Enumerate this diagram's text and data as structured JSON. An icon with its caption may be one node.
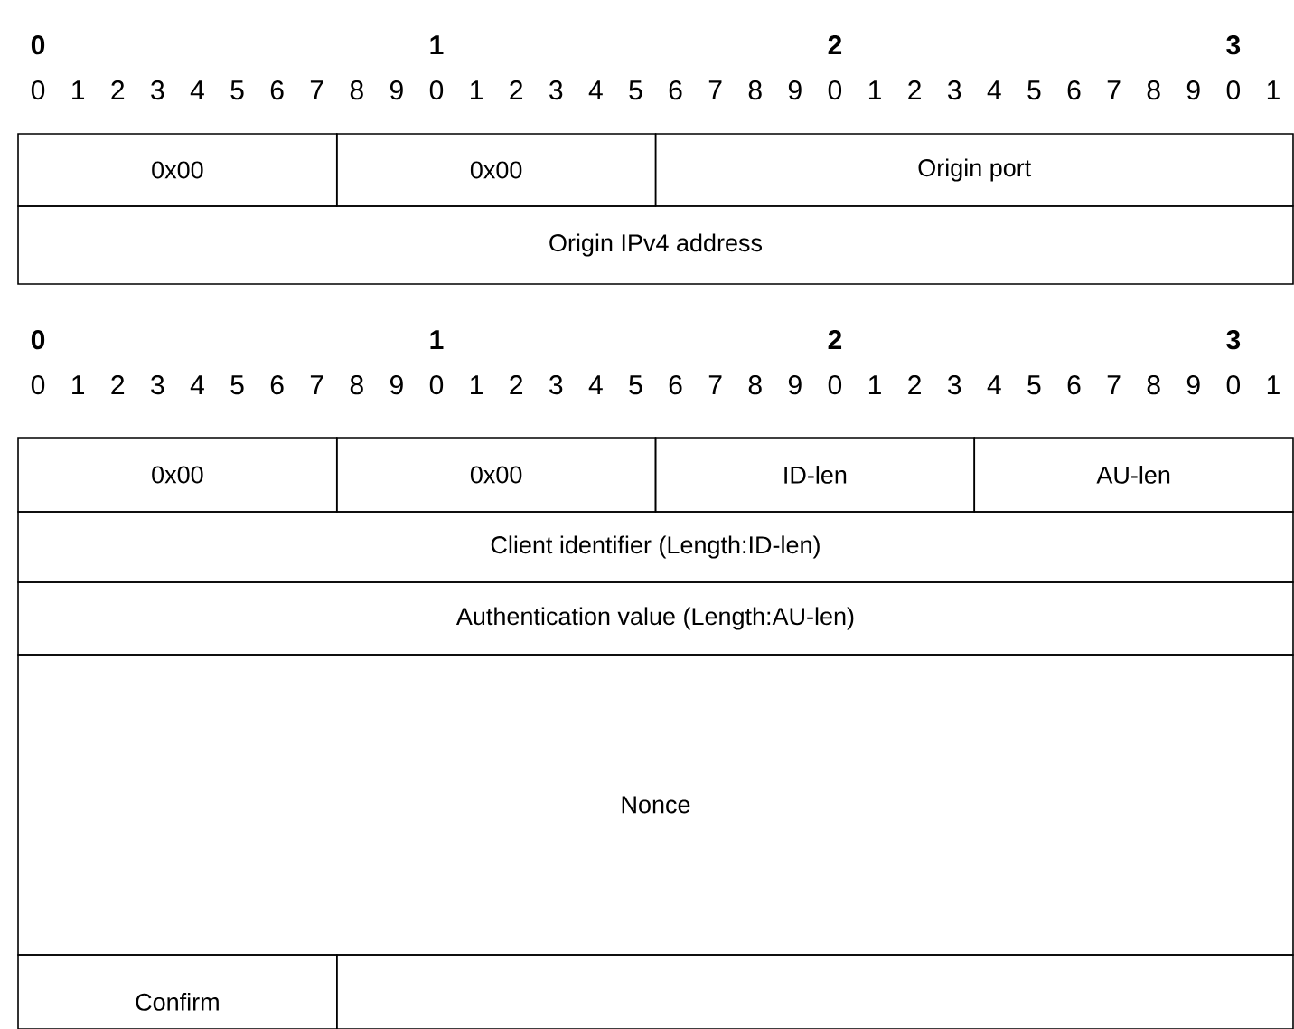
{
  "diagram": {
    "labels": [
      "0",
      "1",
      "2",
      "3",
      "0",
      "1",
      "2",
      "3",
      "4",
      "5",
      "6",
      "7",
      "8",
      "9",
      "0",
      "1",
      "2",
      "3",
      "4",
      "5",
      "6",
      "7",
      "8",
      "9",
      "0",
      "1",
      "2",
      "3",
      "4",
      "5",
      "6",
      "7",
      "8",
      "9",
      "0",
      "1",
      "0x00",
      "0x00",
      "Origin port",
      "Origin IPv4 address",
      "0",
      "1",
      "2",
      "3",
      "0",
      "1",
      "2",
      "3",
      "4",
      "5",
      "6",
      "7",
      "8",
      "9",
      "0",
      "1",
      "2",
      "3",
      "4",
      "5",
      "6",
      "7",
      "8",
      "9",
      "0",
      "1",
      "2",
      "3",
      "4",
      "5",
      "6",
      "7",
      "8",
      "9",
      "0",
      "1",
      "0x00",
      "0x00",
      "ID-len",
      "AU-len",
      "Client identifier (Length:ID-len)",
      "Authentication value (Length:AU-len)",
      "Nonce",
      "Confirm"
    ]
  }
}
